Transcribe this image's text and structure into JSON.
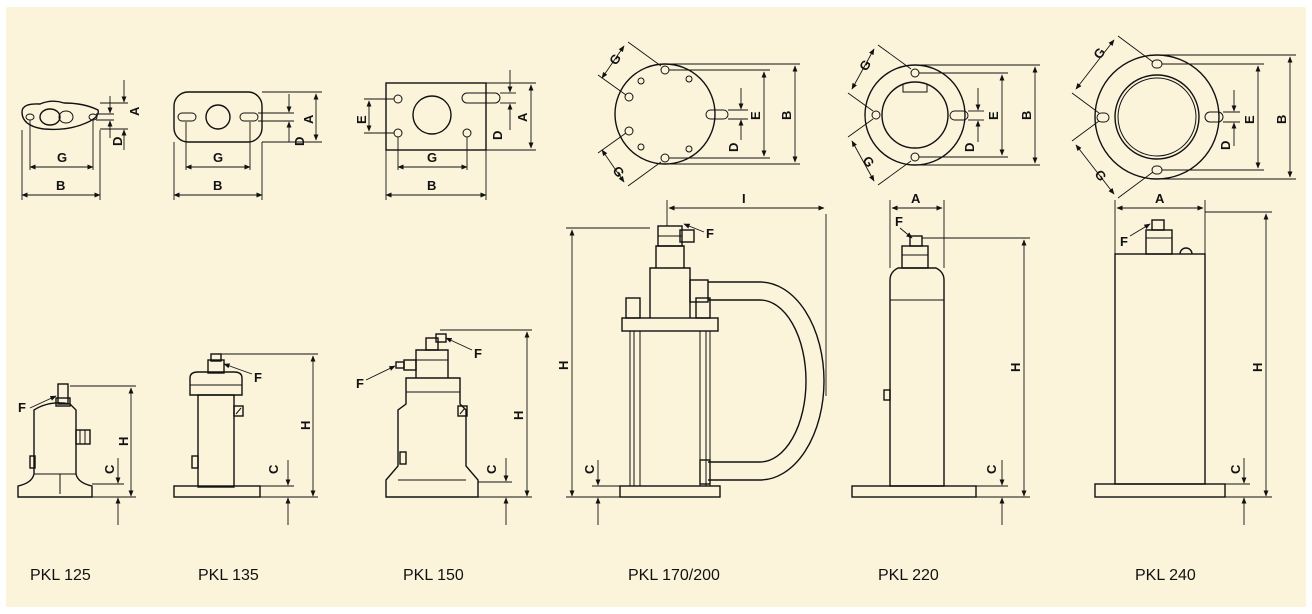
{
  "colors": {
    "background": "#fbf4db",
    "line": "#111111"
  },
  "models": [
    {
      "name": "PKL 125",
      "labels": {
        "a": "A",
        "b": "B",
        "c": "C",
        "d": "D",
        "f": "F",
        "g": "G",
        "h": "H"
      }
    },
    {
      "name": "PKL 135",
      "labels": {
        "a": "A",
        "b": "B",
        "c": "C",
        "d": "D",
        "f": "F",
        "g": "G",
        "h": "H"
      }
    },
    {
      "name": "PKL 150",
      "labels": {
        "a": "A",
        "b": "B",
        "c": "C",
        "d": "D",
        "e": "E",
        "f": "F",
        "g": "G",
        "h": "H"
      }
    },
    {
      "name": "PKL 170/200",
      "labels": {
        "b": "B",
        "c": "C",
        "d": "D",
        "e": "E",
        "f": "F",
        "g": "G",
        "h": "H",
        "i": "I"
      }
    },
    {
      "name": "PKL 220",
      "labels": {
        "a": "A",
        "b": "B",
        "c": "C",
        "d": "D",
        "e": "E",
        "f": "F",
        "g": "G",
        "h": "H"
      }
    },
    {
      "name": "PKL 240",
      "labels": {
        "a": "A",
        "b": "B",
        "c": "C",
        "d": "D",
        "e": "E",
        "f": "F",
        "g": "G",
        "h": "H"
      }
    }
  ]
}
